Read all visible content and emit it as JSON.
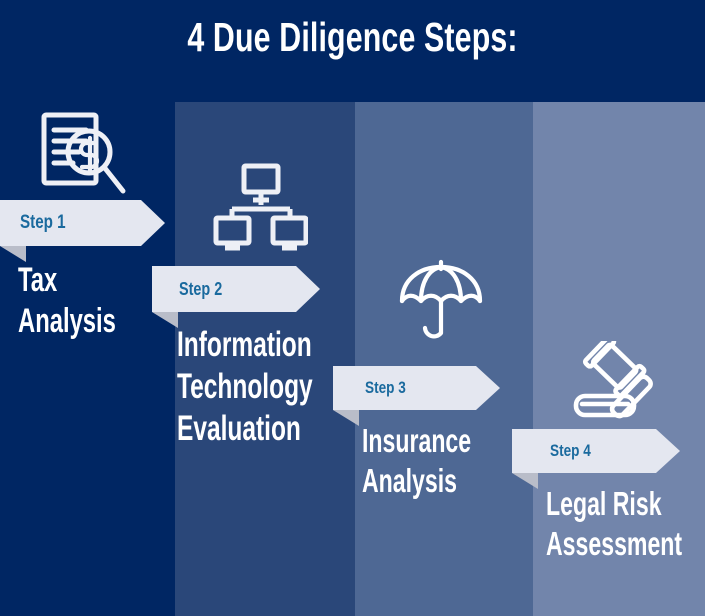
{
  "header": {
    "title": "4 Due Diligence Steps:"
  },
  "colors": {
    "column_1": "#002663",
    "column_2": "#2a4779",
    "column_3": "#4e6894",
    "column_4": "#7285ab",
    "banner_fill": "#e4e7f0",
    "banner_label": "#1a6a9e",
    "banner_fold": "#b9bdc9",
    "step_title": "#ffffff"
  },
  "steps": [
    {
      "badge": "Step 1",
      "lines": [
        "Tax",
        "Analysis"
      ],
      "icon": "document-magnifier-dollar-icon"
    },
    {
      "badge": "Step 2",
      "lines": [
        "Information",
        "Technology",
        "Evaluation"
      ],
      "icon": "network-monitors-icon"
    },
    {
      "badge": "Step 3",
      "lines": [
        "Insurance",
        "Analysis"
      ],
      "icon": "umbrella-icon"
    },
    {
      "badge": "Step 4",
      "lines": [
        "Legal Risk",
        "Assessment"
      ],
      "icon": "gavel-icon"
    }
  ]
}
